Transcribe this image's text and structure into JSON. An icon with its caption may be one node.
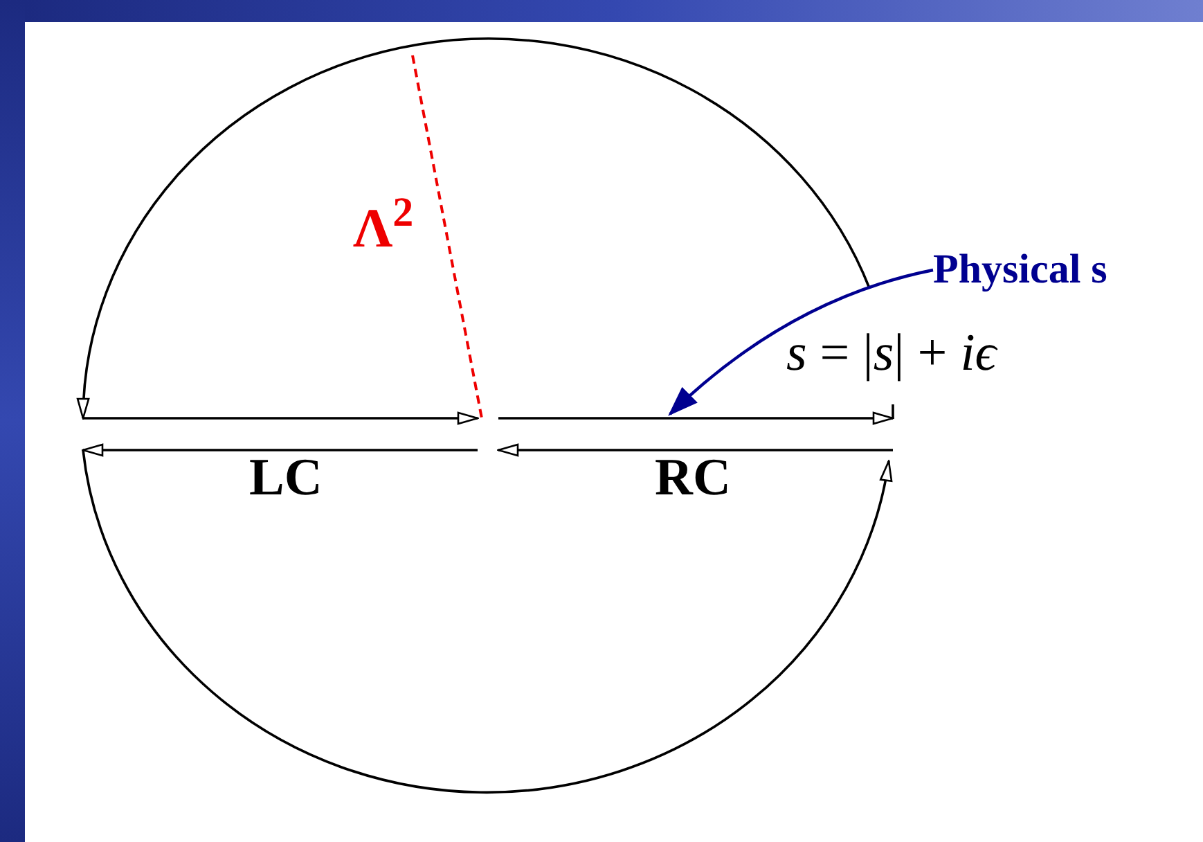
{
  "diagram": {
    "nodes": [
      {
        "text": [
          "Physical s"
        ]
      },
      {
        "text": [],
        "shape": "line"
      }
    ],
    "edges": [
      {
        "from": 0,
        "to": 1,
        "arrow": "to",
        "color": "#000090"
      }
    ],
    "labels": [
      "Λ$^{2}$",
      "LC",
      "RC",
      "*s* = |*s*| + *iϵ*"
    ]
  }
}
